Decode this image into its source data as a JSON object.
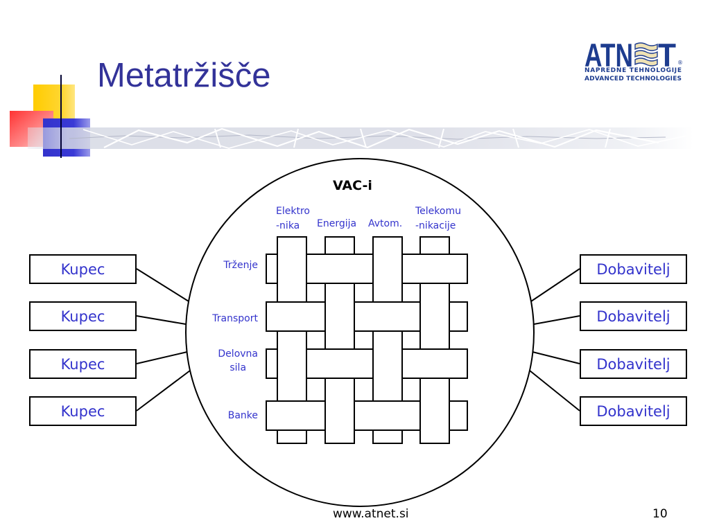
{
  "slide": {
    "title": "Metatržišče",
    "footer": "www.atnet.si",
    "page_number": "10"
  },
  "logo": {
    "wordmark": "ATNET",
    "registered_mark": "®",
    "tagline_1": "NAPREDNE TEHNOLOGIJE",
    "tagline_2": "ADVANCED TECHNOLOGIES"
  },
  "diagram": {
    "center_label": "VAC-i",
    "columns": [
      {
        "line_1": "Elektro",
        "line_2": "-nika"
      },
      {
        "line_1": "Energija"
      },
      {
        "line_1": "Avtom."
      },
      {
        "line_1": "Telekomu",
        "line_2": "-nikacije"
      }
    ],
    "rows": [
      {
        "line_1": "Trženje"
      },
      {
        "line_1": "Transport"
      },
      {
        "line_1": "Delovna",
        "line_2": "sila"
      },
      {
        "line_1": "Banke"
      }
    ],
    "buyers": [
      "Kupec",
      "Kupec",
      "Kupec",
      "Kupec"
    ],
    "suppliers": [
      "Dobavitelj",
      "Dobavitelj",
      "Dobavitelj",
      "Dobavitelj"
    ]
  },
  "colors": {
    "title": "#333399",
    "label_blue": "#3333cc",
    "logo_blue": "#1d3c8f",
    "accent_yellow": "#ffcc00",
    "accent_red": "#ff3333",
    "accent_blue": "#3333cc"
  }
}
